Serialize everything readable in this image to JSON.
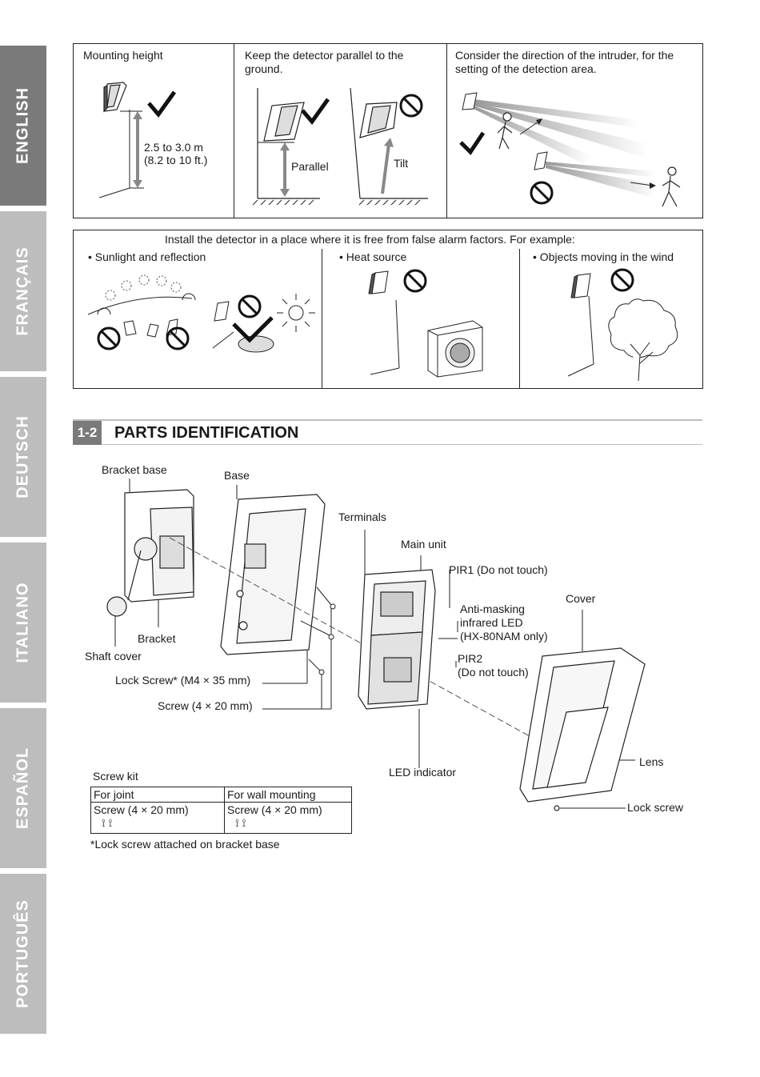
{
  "language_tabs": [
    "ENGLISH",
    "FRANÇAIS",
    "DEUTSCH",
    "ITALIANO",
    "ESPAÑOL",
    "PORTUGUÊS"
  ],
  "active_tab": "ENGLISH",
  "mounting": {
    "cell1_title": "Mounting height",
    "height_value": "2.5 to 3.0 m",
    "height_value_ft": "(8.2 to 10 ft.)",
    "cell2_title": "Keep the detector parallel to the ground.",
    "parallel_label": "Parallel",
    "tilt_label": "Tilt",
    "cell3_title": "Consider the direction of the intruder, for the setting of the detection area."
  },
  "false_alarm": {
    "heading": "Install the detector in a place where it is free from false alarm factors. For example:",
    "sunlight": "• Sunlight and reflection",
    "heat": "• Heat source",
    "wind": "• Objects moving in the wind"
  },
  "section": {
    "number": "1-2",
    "title": "PARTS IDENTIFICATION"
  },
  "parts": {
    "bracket_base": "Bracket base",
    "base": "Base",
    "terminals": "Terminals",
    "main_unit": "Main unit",
    "pir1": "PIR1 (Do not touch)",
    "cover": "Cover",
    "anti_masking_1": "Anti-masking",
    "anti_masking_2": "infrared LED",
    "anti_masking_3": "(HX-80NAM only)",
    "bracket": "Bracket",
    "shaft_cover": "Shaft cover",
    "pir2_1": "PIR2",
    "pir2_2": "(Do not touch)",
    "lock_screw_m4": "Lock Screw* (M4 × 35 mm)",
    "screw_4x20": "Screw (4 × 20 mm)",
    "led_indicator": "LED indicator",
    "lens": "Lens",
    "lock_screw": "Lock screw"
  },
  "screw_kit": {
    "title": "Screw kit",
    "headers": [
      "For joint",
      "For wall mounting"
    ],
    "row": [
      "Screw (4 × 20 mm)",
      "Screw (4 × 20 mm)"
    ],
    "footnote": "*Lock screw attached on bracket base"
  }
}
